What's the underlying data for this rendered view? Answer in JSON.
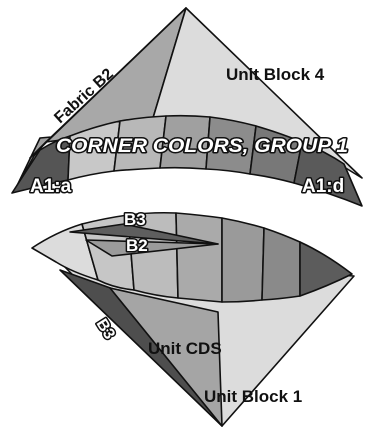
{
  "labels": {
    "fabric_b2": "Fabric B2",
    "unit_block_4": "Unit Block 4",
    "corner_colors": "CORNER COLORS, GROUP 1",
    "a1a": "A1:a",
    "a1d": "A1:d",
    "b3_top": "B3",
    "b2_mid": "B2",
    "b3_side": "B3",
    "unit_cds": "Unit CDS",
    "unit_block_1": "Unit Block 1"
  },
  "colors": {
    "light": "#dcdcdc",
    "mid_light": "#c3c3c3",
    "mid": "#a8a8a8",
    "mid_dark": "#8c8c8c",
    "dark": "#6e6e6e",
    "darkest": "#555555",
    "outline": "#111111"
  }
}
